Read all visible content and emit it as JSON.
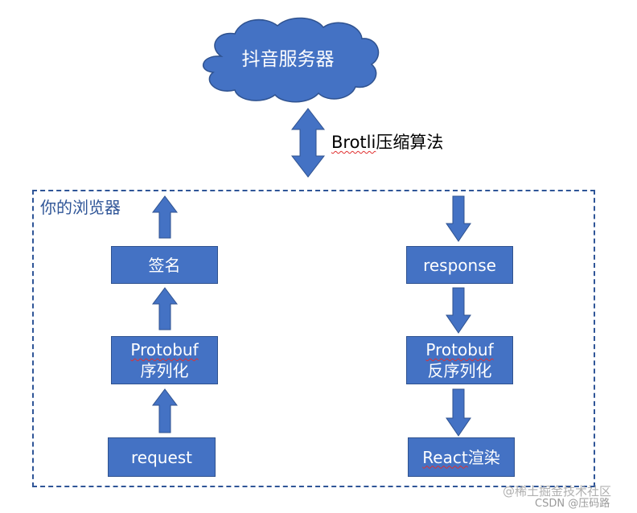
{
  "cloud": {
    "label": "抖音服务器"
  },
  "compression": {
    "label_wavy": "Brotli",
    "label_rest": "压缩算法"
  },
  "browser": {
    "label": "你的浏览器"
  },
  "left_flow": {
    "sign": "签名",
    "serialize_line1": "Protobuf",
    "serialize_line2": "序列化",
    "request": "request"
  },
  "right_flow": {
    "response": "response",
    "deserialize_line1": "Protobuf",
    "deserialize_line2": "反序列化",
    "render_wavy": "React",
    "render_rest": "渲染"
  },
  "watermark": {
    "line1": "@稀土掘金技术社区",
    "line2": "CSDN @压码路"
  },
  "colors": {
    "fill": "#4472c4",
    "stroke": "#2f528f",
    "frame": "#2f5597"
  }
}
